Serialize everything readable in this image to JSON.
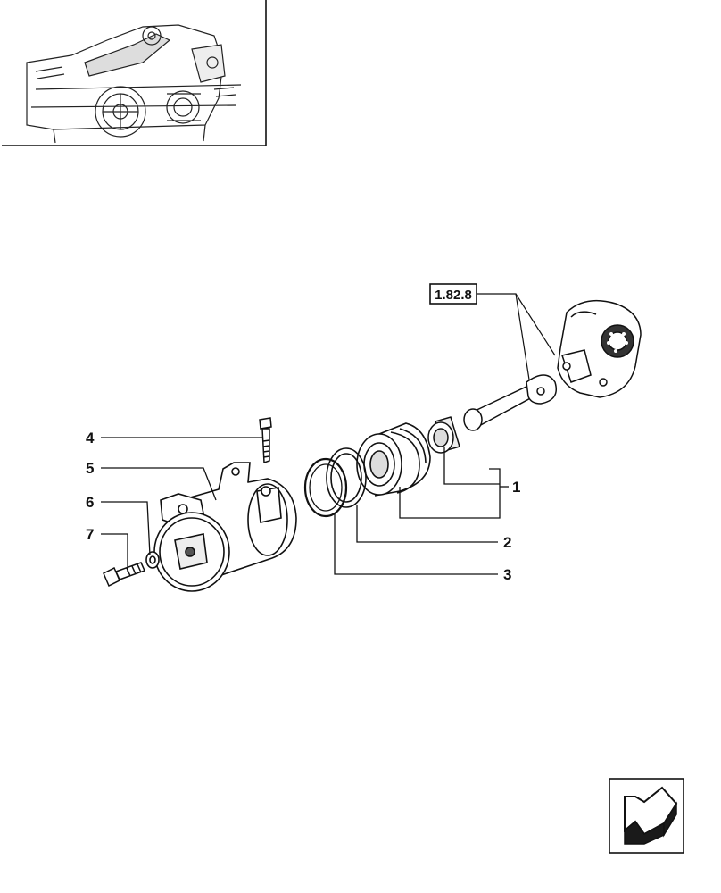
{
  "reference": {
    "label": "1.82.8"
  },
  "callouts": [
    {
      "number": "1",
      "part": "piston-cylinder-assembly"
    },
    {
      "number": "2",
      "part": "seal-ring"
    },
    {
      "number": "3",
      "part": "o-ring"
    },
    {
      "number": "4",
      "part": "screw"
    },
    {
      "number": "5",
      "part": "cylinder-body"
    },
    {
      "number": "6",
      "part": "washer"
    },
    {
      "number": "7",
      "part": "bolt"
    }
  ],
  "icons": {
    "thumbnail": "tractor-rear-location-thumbnail",
    "nav": "back-arrow-icon"
  },
  "colors": {
    "ink": "#111111",
    "paper": "#ffffff",
    "fill_dark": "#1a1a1a"
  }
}
